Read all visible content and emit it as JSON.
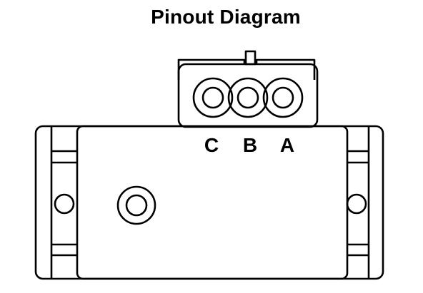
{
  "title": "Pinout Diagram",
  "pins": [
    {
      "label": "C"
    },
    {
      "label": "B"
    },
    {
      "label": "A"
    }
  ],
  "colors": {
    "stroke": "#000000",
    "background": "#ffffff"
  }
}
